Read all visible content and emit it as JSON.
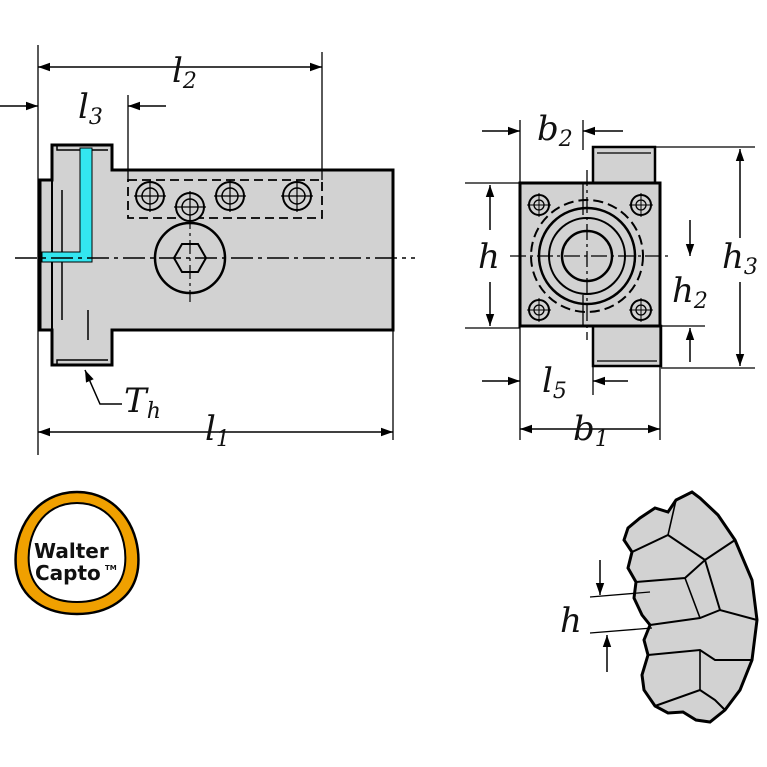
{
  "colors": {
    "body_fill": "#d2d2d2",
    "line": "#000000",
    "coolant": "#33e6f0",
    "logo_ring": "#f0a000"
  },
  "labels": {
    "l2": {
      "main": "l",
      "sub": "2"
    },
    "l3": {
      "main": "l",
      "sub": "3"
    },
    "l1": {
      "main": "l",
      "sub": "1"
    },
    "th": {
      "main": "T",
      "sub": "h"
    },
    "b2": {
      "main": "b",
      "sub": "2"
    },
    "h": {
      "main": "h"
    },
    "h3": {
      "main": "h",
      "sub": "3"
    },
    "h2": {
      "main": "h",
      "sub": "2"
    },
    "l5": {
      "main": "l",
      "sub": "5"
    },
    "b1": {
      "main": "b",
      "sub": "1"
    },
    "detail_h": {
      "main": "h"
    }
  },
  "logo": {
    "line1": "Walter",
    "line2": "Capto",
    "tm": "TM"
  }
}
